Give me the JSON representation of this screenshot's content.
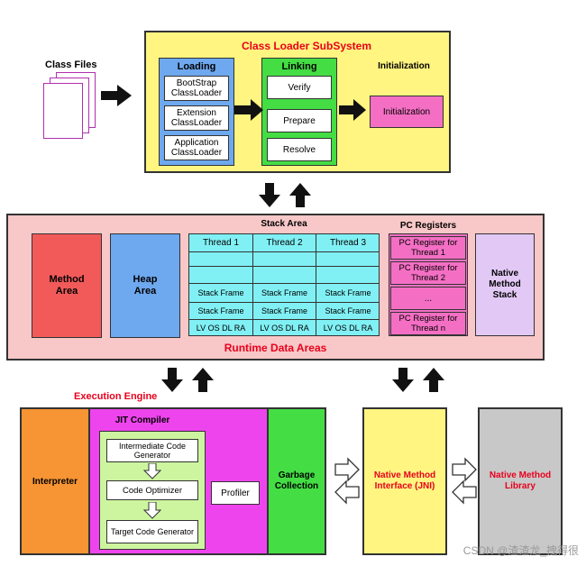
{
  "class_files": {
    "label": "Class Files"
  },
  "class_loader": {
    "title": "Class Loader SubSystem",
    "loading": {
      "title": "Loading",
      "items": [
        "BootStrap ClassLoader",
        "Extension ClassLoader",
        "Application ClassLoader"
      ]
    },
    "linking": {
      "title": "Linking",
      "items": [
        "Verify",
        "Prepare",
        "Resolve"
      ]
    },
    "initialization": {
      "title": "Initialization",
      "box": "Initialization"
    }
  },
  "runtime": {
    "title": "Runtime Data Areas",
    "method_area": "Method Area",
    "heap_area": "Heap Area",
    "stack_area": {
      "title": "Stack Area",
      "threads": [
        "Thread 1",
        "Thread 2",
        "Thread 3"
      ],
      "frame_label": "Stack Frame",
      "lv_label": "LV OS DL RA"
    },
    "pc_registers": {
      "title": "PC Registers",
      "items": [
        "PC Register for Thread 1",
        "PC Register for Thread 2",
        "...",
        "PC Register for Thread n"
      ]
    },
    "native_method_stack": "Native Method Stack"
  },
  "execution_engine": {
    "title": "Execution Engine",
    "interpreter": "Interpreter",
    "jit": {
      "title": "JIT Compiler",
      "steps": [
        "Intermediate Code Generator",
        "Code Optimizer",
        "Target Code Generator"
      ],
      "profiler": "Profiler"
    },
    "gc": "Garbage Collection"
  },
  "native_interface": "Native Method Interface (JNI)",
  "native_library": "Native Method Library",
  "watermark": "CSDN @渣渣龙_拽得很",
  "colors": {
    "yellow": "#fff580",
    "blue": "#6ea8ee",
    "green": "#44dd44",
    "pink": "#f46fc4",
    "runtime_bg": "#f8c7c7",
    "red_box": "#f25a5a",
    "cyan": "#80f0f4",
    "lavender": "#e2c9f5",
    "orange": "#f79433",
    "magenta": "#ee44ee",
    "gray": "#c8c8c8",
    "accent_red": "#e8001c"
  }
}
